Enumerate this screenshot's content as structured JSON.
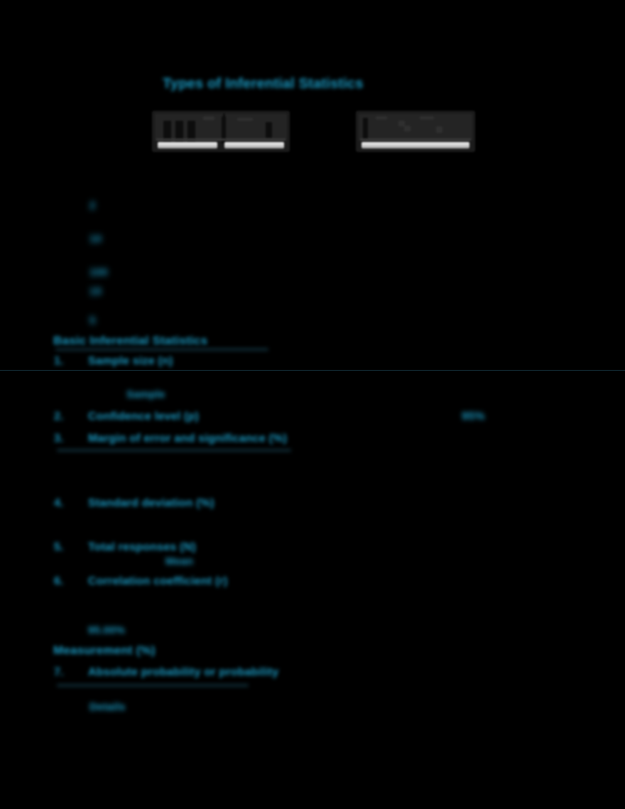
{
  "document": {
    "background_color": "#000000",
    "text_color": "#1a9bc4",
    "redaction_block_color": "#1b1b1b",
    "hairline_color": "#15343f",
    "state": "redacted"
  },
  "title": {
    "text": "Types of Inferential Statistics"
  },
  "figures": [
    {
      "name": "left-redacted-figure",
      "caption": ""
    },
    {
      "name": "right-redacted-figure",
      "caption": ""
    }
  ],
  "bullets": [
    {
      "marker": "",
      "text": "2"
    },
    {
      "marker": "",
      "text": "10"
    },
    {
      "marker": "",
      "text": "100"
    },
    {
      "marker": "",
      "text": "15"
    },
    {
      "marker": "",
      "text": "5"
    }
  ],
  "sections": [
    {
      "heading": "Basic Inferential Statistics",
      "items": [
        {
          "number": "1.",
          "text": "Sample size (n)",
          "sub": "Sample",
          "right_note": ""
        },
        {
          "number": "2.",
          "text": "Confidence level (p)",
          "sub": "",
          "right_note": "95%"
        },
        {
          "number": "3.",
          "text": "Margin of error and significance (%)",
          "sub": "",
          "right_note": ""
        },
        {
          "number": "4.",
          "text": "Standard deviation (%)",
          "sub": "",
          "right_note": ""
        },
        {
          "number": "5.",
          "text": "Total responses (N)",
          "sub": "Mean",
          "right_note": ""
        },
        {
          "number": "6.",
          "text": "Correlation coefficient (r)",
          "sub": "",
          "right_note": ""
        }
      ]
    },
    {
      "heading": "Measurement (%)",
      "pre_heading_note": "95.00%",
      "items": [
        {
          "number": "7.",
          "text": "Absolute probability or probability",
          "sub": "Details",
          "right_note": ""
        }
      ]
    }
  ]
}
